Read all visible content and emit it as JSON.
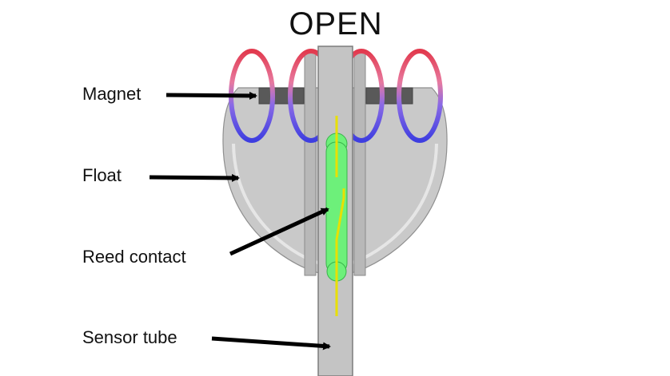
{
  "title": "OPEN",
  "labels": {
    "magnet": "Magnet",
    "float": "Float",
    "reed_contact": "Reed contact",
    "sensor_tube": "Sensor tube"
  },
  "colors": {
    "float_fill": "#c8c8c8",
    "tube_fill": "#c4c4c4",
    "magnet_fill": "#595959",
    "field_north": "#e23a4e",
    "field_south": "#3e3ee0",
    "reed_glass": "#6df07a",
    "reed_wire": "#e8e000",
    "arrow": "#000000"
  }
}
